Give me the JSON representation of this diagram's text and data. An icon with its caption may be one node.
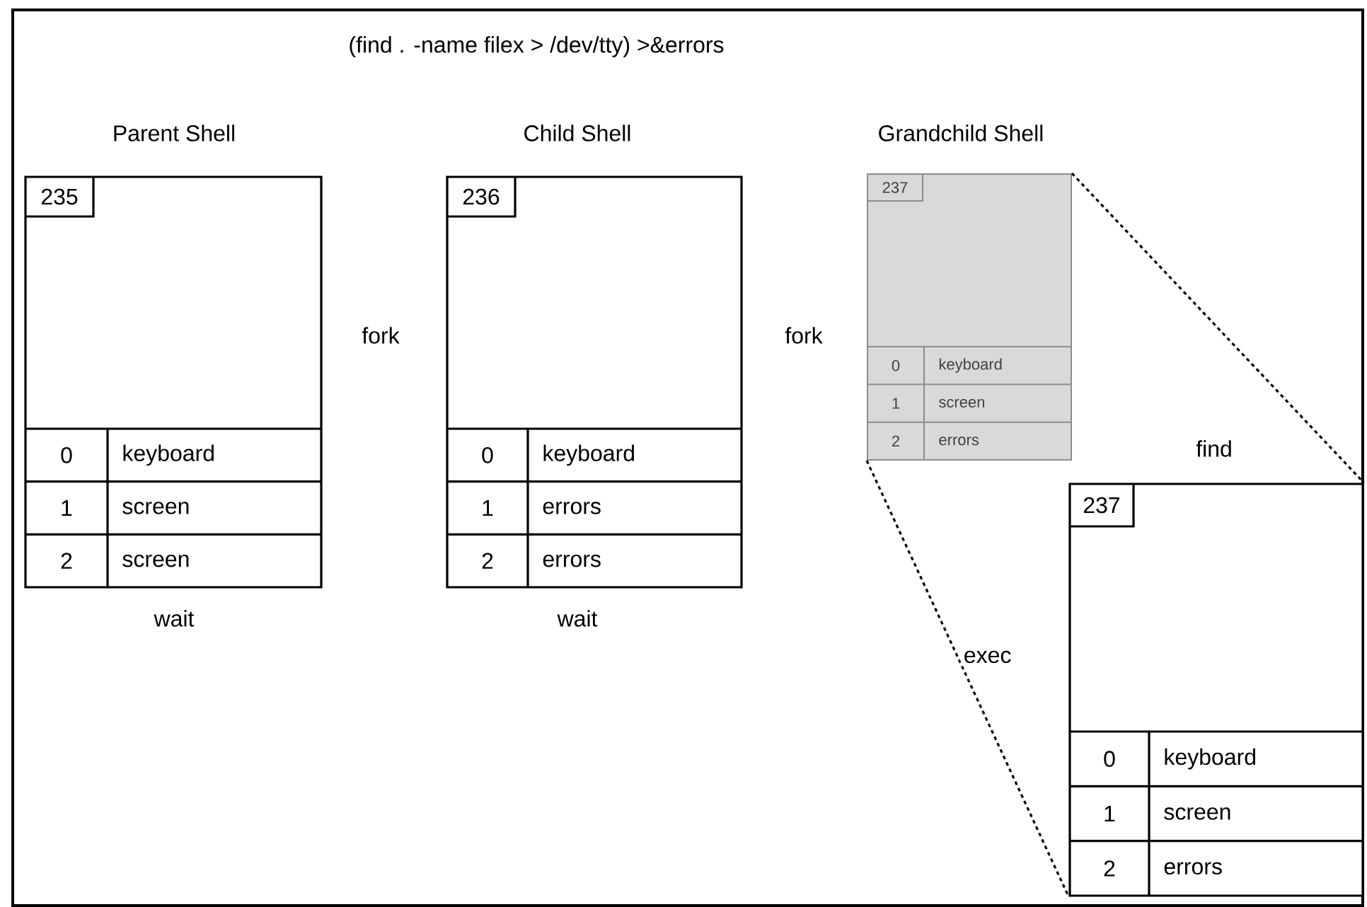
{
  "diagram": {
    "title": "(find . -name filex > /dev/tty) >&errors",
    "nodes": [
      {
        "text": [
          "Parent Shell",
          "235",
          "0",
          "keyboard",
          "1",
          "screen",
          "2",
          "screen"
        ],
        "beside": [
          "wait"
        ]
      },
      {
        "text": [
          "Child Shell",
          "236",
          "0",
          "keyboard",
          "1",
          "errors",
          "2",
          "errors"
        ],
        "beside": [
          "wait"
        ]
      },
      {
        "text": [
          "Grandchild Shell",
          "237",
          "0",
          "keyboard",
          "1",
          "screen",
          "2",
          "errors"
        ]
      },
      {
        "text": [
          "find",
          "237",
          "0",
          "keyboard",
          "1",
          "screen",
          "2",
          "errors"
        ]
      }
    ],
    "edges": [
      {
        "from": 2,
        "to": 3,
        "arrow": "none",
        "style": "dashed"
      },
      {
        "from": 2,
        "to": 3,
        "arrow": "none",
        "style": "dashed",
        "label": "exec"
      }
    ],
    "labels": [
      "fork",
      "fork"
    ]
  }
}
